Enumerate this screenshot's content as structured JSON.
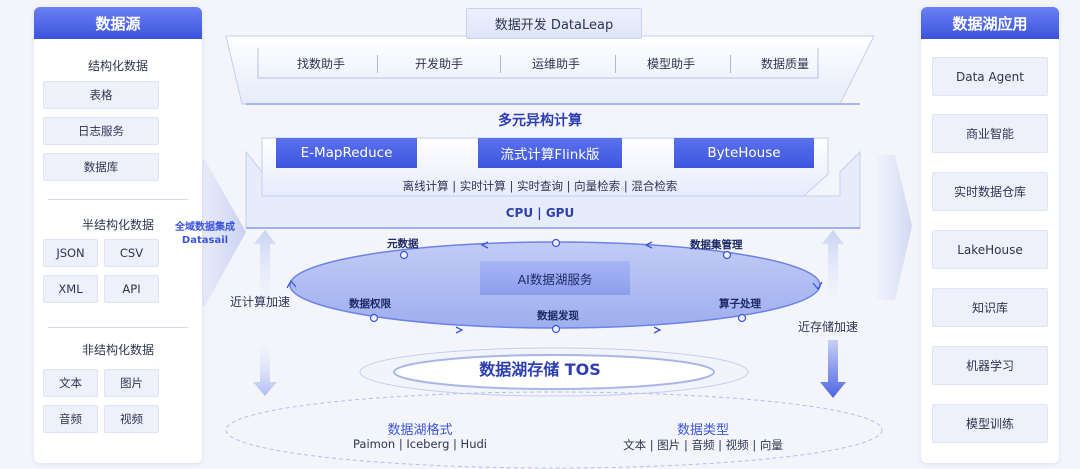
{
  "left_panel": {
    "title": "数据源",
    "structured": {
      "title": "结构化数据",
      "items": [
        "表格",
        "日志服务",
        "数据库"
      ]
    },
    "semi_structured": {
      "title": "半结构化数据",
      "items": [
        "JSON",
        "CSV",
        "XML",
        "API"
      ]
    },
    "unstructured": {
      "title": "非结构化数据",
      "items": [
        "文本",
        "图片",
        "音频",
        "视频"
      ]
    }
  },
  "integration": {
    "line1": "全域数据集成",
    "line2": "Datasail"
  },
  "dev": {
    "title": "数据开发 DataLeap",
    "tools": [
      "找数助手",
      "开发助手",
      "运维助手",
      "模型助手",
      "数据质量"
    ]
  },
  "compute": {
    "title": "多元异构计算",
    "engines": [
      "E-MapReduce",
      "流式计算Flink版",
      "ByteHouse"
    ],
    "modes": "离线计算 | 实时计算 | 实时查询 | 向量检索 | 混合检索",
    "hardware": "CPU | GPU"
  },
  "ai_service": {
    "title": "AI数据湖服务",
    "nodes": [
      "元数据",
      "数据集管理",
      "数据权限",
      "数据发现",
      "算子处理"
    ]
  },
  "near_compute": "近计算加速",
  "near_storage": "近存储加速",
  "storage": {
    "title": "数据湖存储 TOS",
    "format_title": "数据湖格式",
    "formats": "Paimon | Iceberg | Hudi",
    "type_title": "数据类型",
    "types": "文本 | 图片 | 音频 | 视频 | 向量"
  },
  "right_panel": {
    "title": "数据湖应用",
    "items": [
      "Data Agent",
      "商业智能",
      "实时数据仓库",
      "LakeHouse",
      "知识库",
      "机器学习",
      "模型训练"
    ]
  },
  "colors": {
    "accent": "#3b53dc",
    "light": "#eef1fb",
    "title_blue": "#2d3fb3"
  }
}
